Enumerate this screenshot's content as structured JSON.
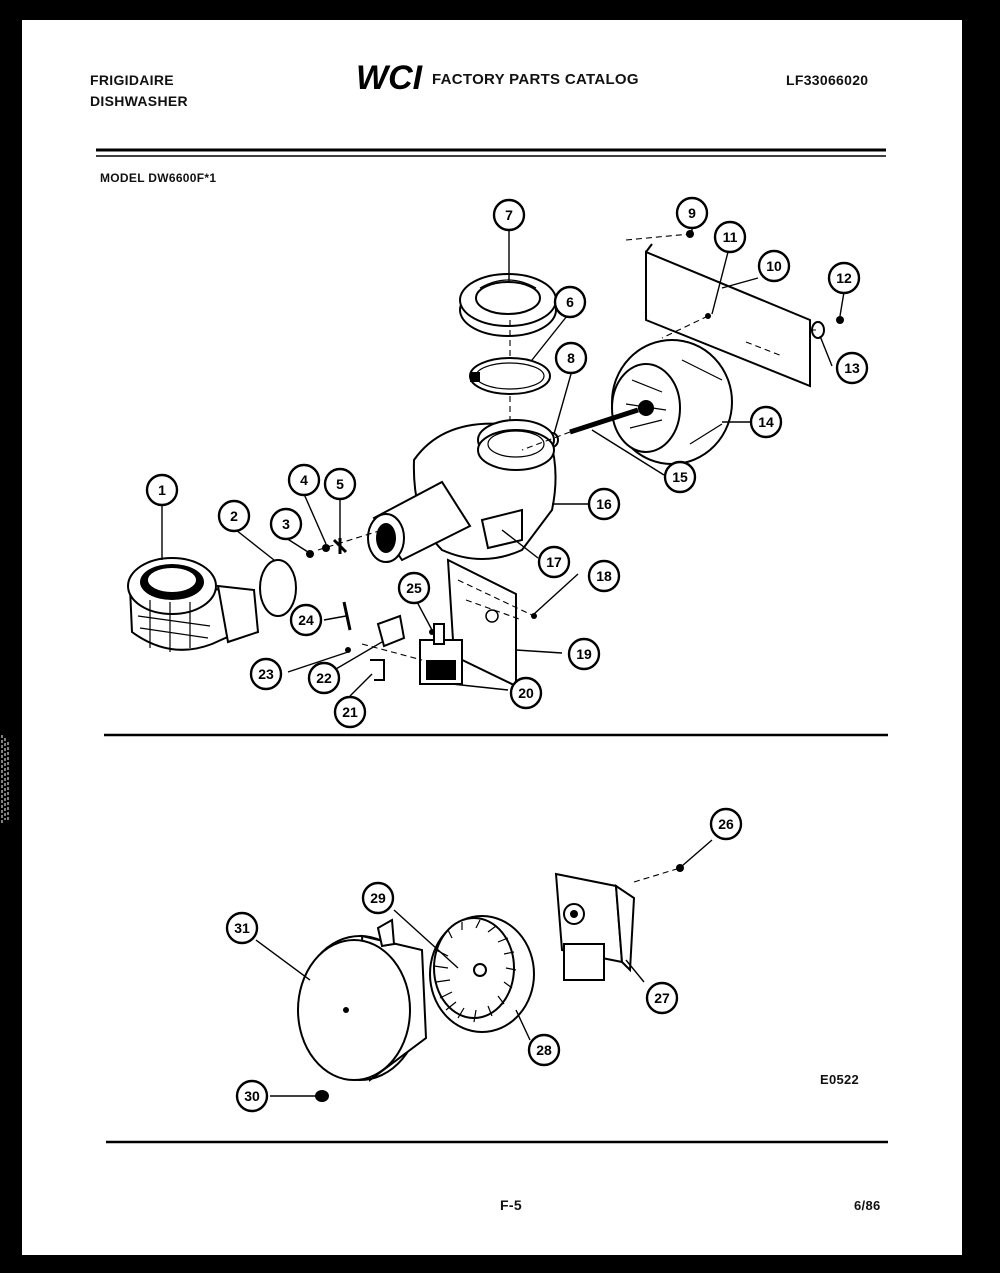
{
  "header": {
    "brand_line1": "FRIGIDAIRE",
    "brand_line2": "DISHWASHER",
    "logo_text": "WCI",
    "catalog_title": "FACTORY PARTS CATALOG",
    "catalog_number": "LF33066020"
  },
  "model_label": "MODEL DW6600F*1",
  "diagram_code": "E0522",
  "footer": {
    "page": "F-5",
    "date": "6/86"
  },
  "callouts": [
    "1",
    "2",
    "3",
    "4",
    "5",
    "6",
    "7",
    "8",
    "9",
    "10",
    "11",
    "12",
    "13",
    "14",
    "15",
    "16",
    "17",
    "18",
    "19",
    "20",
    "21",
    "22",
    "23",
    "24",
    "25",
    "26",
    "27",
    "28",
    "29",
    "30",
    "31"
  ]
}
